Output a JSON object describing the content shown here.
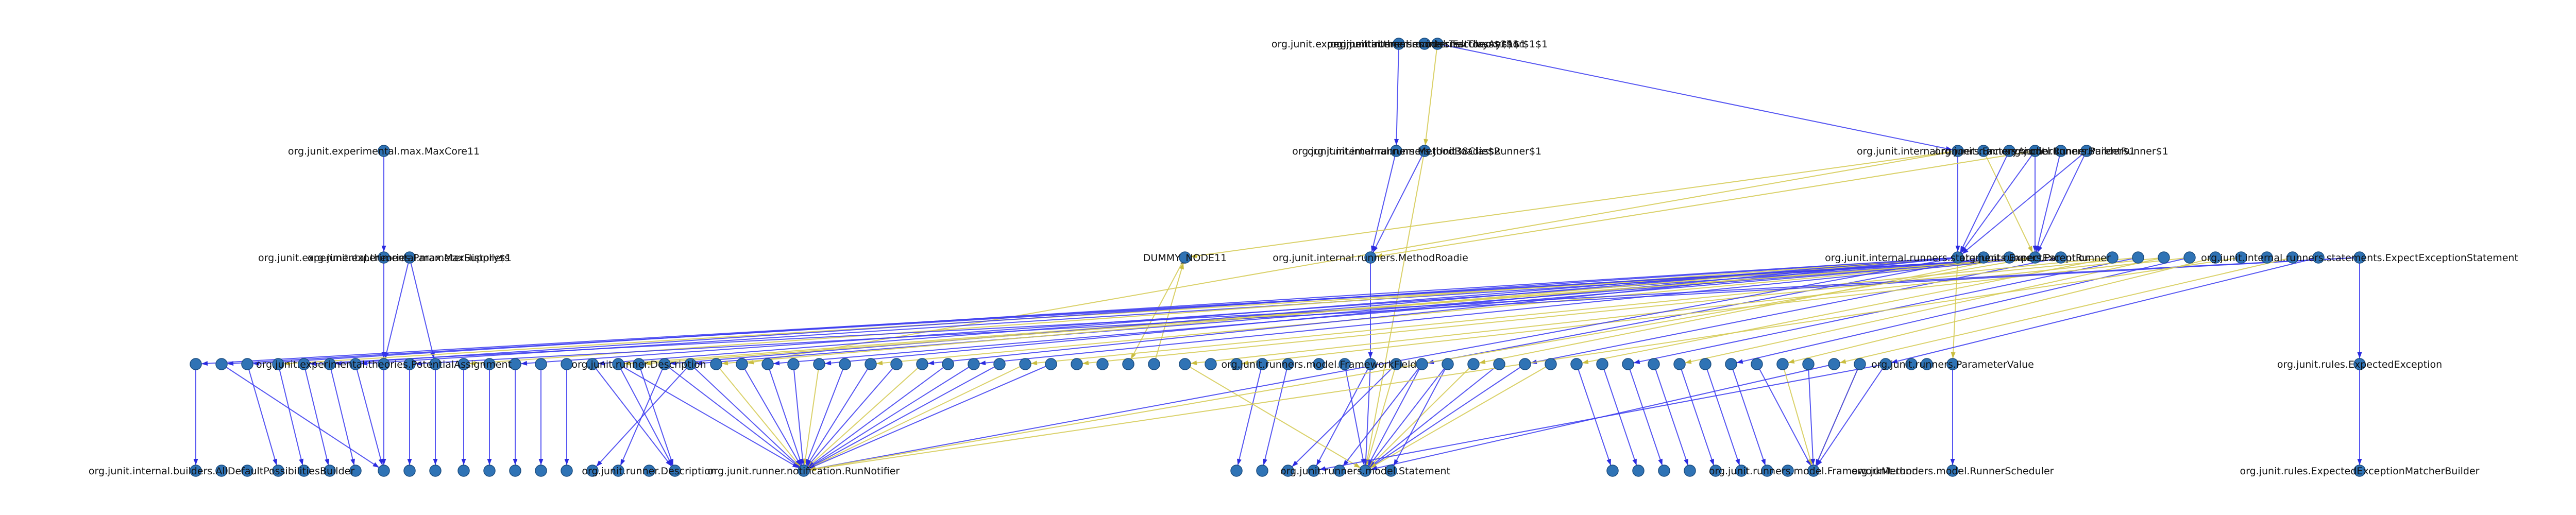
{
  "diagram": {
    "nodes": [
      {
        "id": "n_anchor_top",
        "label": "org.junit.experimental.theories.internal.Theory$1$1"
      },
      {
        "id": "n_anchor_top_b",
        "label": "org.junit.runners.model.TestClass$1$1"
      },
      {
        "id": "n_anchor_top_c",
        "label": "org.junit.internal.runners.FactoryAnchor$1$1"
      },
      {
        "id": "n_maxcore11",
        "label": "org.junit.experimental.max.MaxCore11"
      },
      {
        "id": "n_methodroadie2",
        "label": "org.junit.internal.runners.MethodRoadie$2"
      },
      {
        "id": "n_methodroadie2b",
        "label": "org.junit.internal.runners.JUnit38ClassRunner$1"
      },
      {
        "id": "n_anchor1",
        "label": "org.junit.internal.runners.FactoryAnchor1"
      },
      {
        "id": "n_anchor1b",
        "label": "org.junit.runners.model.RunnerBuilder$1"
      },
      {
        "id": "n_anchor1c",
        "label": "org.junit.runners.ParentRunner$1"
      },
      {
        "id": "n_suppliers",
        "label": "org.junit.experimental.theories.ParameterSuppliers"
      },
      {
        "id": "n_suppliersb",
        "label": "org.junit.experimental.max.MaxHistory$1"
      },
      {
        "id": "n_dummy",
        "label": "DUMMY_NODE11"
      },
      {
        "id": "n_methodroadie",
        "label": "org.junit.internal.runners.MethodRoadie"
      },
      {
        "id": "n_expectstmt",
        "label": "org.junit.internal.runners.statements.ExpectException"
      },
      {
        "id": "n_expectstmtb",
        "label": "org.junit.runners.ParentRunner"
      },
      {
        "id": "n_expectstmtc",
        "label": "org.junit.internal.runners.statements.ExpectExceptionStatement"
      },
      {
        "id": "n_row4a",
        "label": "org.junit.experimental.theories.PotentialAssignment"
      },
      {
        "id": "n_row4b",
        "label": "org.junit.runner.Description"
      },
      {
        "id": "n_row4c",
        "label": "org.junit.runners.model.FrameworkField"
      },
      {
        "id": "n_paramvalue",
        "label": "org.junit.runners.ParameterValue"
      },
      {
        "id": "n_expectedexc",
        "label": "org.junit.rules.ExpectedException"
      },
      {
        "id": "n_row5a",
        "label": "org.junit.internal.builders.AllDefaultPossibilitiesBuilder"
      },
      {
        "id": "n_row5b",
        "label": "org.junit.runner.Description"
      },
      {
        "id": "n_runnotifier",
        "label": "org.junit.runner.notification.RunNotifier"
      },
      {
        "id": "n_statement",
        "label": "org.junit.runners.model.Statement"
      },
      {
        "id": "n_frameworkmethod",
        "label": "org.junit.runners.model.FrameworkMethod"
      },
      {
        "id": "n_runnersched",
        "label": "org.junit.runners.model.RunnerScheduler"
      },
      {
        "id": "n_matcherbuilder",
        "label": "org.junit.rules.ExpectedExceptionMatcherBuilder"
      }
    ]
  }
}
